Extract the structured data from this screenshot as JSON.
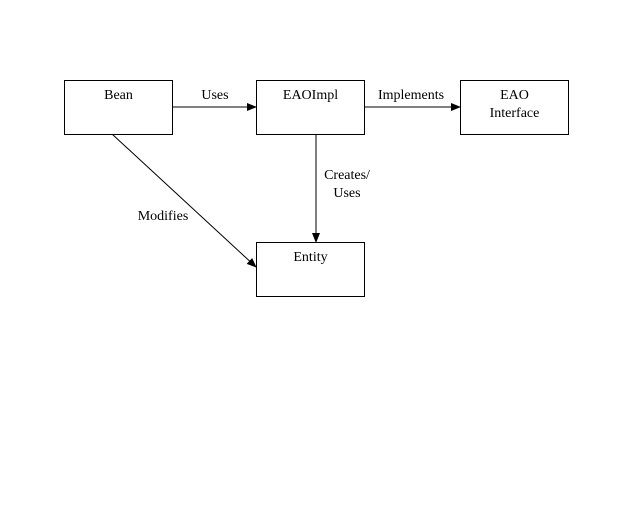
{
  "diagram": {
    "nodes": {
      "bean": {
        "label": "Bean"
      },
      "eaoimpl": {
        "label": "EAOImpl"
      },
      "eao_interface": {
        "line1": "EAO",
        "line2": "Interface"
      },
      "entity": {
        "label": "Entity"
      }
    },
    "edges": {
      "bean_to_eaoimpl": {
        "from": "bean",
        "to": "eaoimpl",
        "label": "Uses"
      },
      "eaoimpl_to_eao_interface": {
        "from": "eaoimpl",
        "to": "eao_interface",
        "label": "Implements"
      },
      "eaoimpl_to_entity": {
        "from": "eaoimpl",
        "to": "entity",
        "line1": "Creates/",
        "line2": "Uses"
      },
      "bean_to_entity": {
        "from": "bean",
        "to": "entity",
        "label": "Modifies"
      }
    },
    "colors": {
      "stroke": "#000000",
      "background": "#ffffff"
    }
  }
}
